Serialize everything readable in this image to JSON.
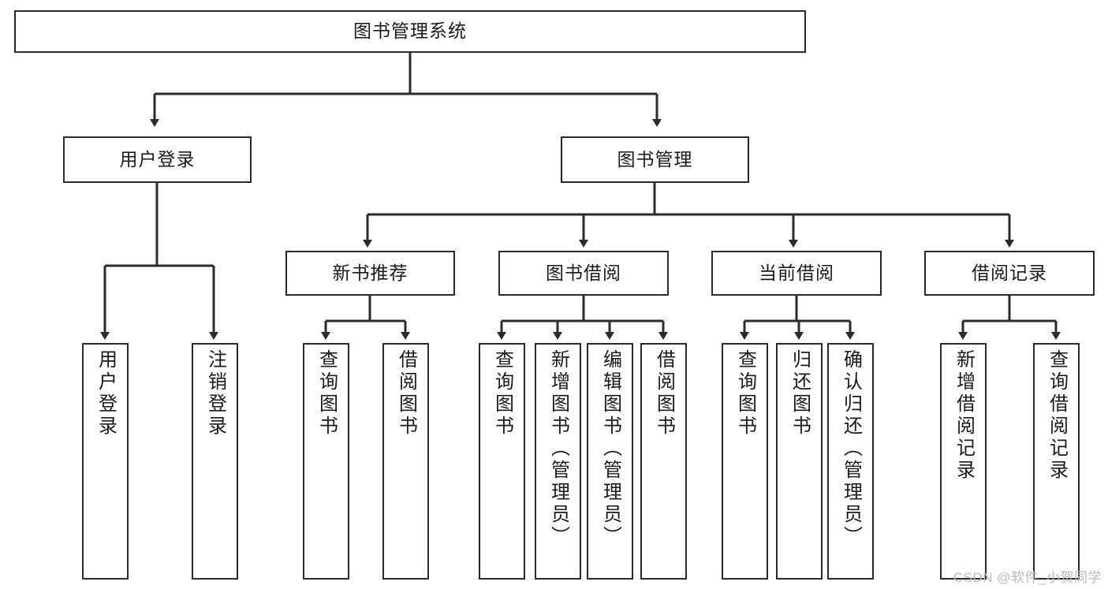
{
  "diagram": {
    "title_node": {
      "label": "图书管理系统"
    },
    "level2": [
      {
        "id": "user-login",
        "label": "用户登录"
      },
      {
        "id": "book-manage",
        "label": "图书管理"
      }
    ],
    "level3": [
      {
        "id": "new-book-recommend",
        "label": "新书推荐"
      },
      {
        "id": "book-borrow",
        "label": "图书借阅"
      },
      {
        "id": "current-borrow",
        "label": "当前借阅"
      },
      {
        "id": "borrow-record",
        "label": "借阅记录"
      }
    ],
    "leaves": [
      {
        "id": "leaf-user-login",
        "label": "用户登录"
      },
      {
        "id": "leaf-logout",
        "label": "注销登录"
      },
      {
        "id": "leaf-query-book-1",
        "label": "查询图书"
      },
      {
        "id": "leaf-borrow-book-1",
        "label": "借阅图书"
      },
      {
        "id": "leaf-query-book-2",
        "label": "查询图书"
      },
      {
        "id": "leaf-add-book",
        "label": "新增图书（管理员）"
      },
      {
        "id": "leaf-edit-book",
        "label": "编辑图书（管理员）"
      },
      {
        "id": "leaf-borrow-book-2",
        "label": "借阅图书"
      },
      {
        "id": "leaf-query-book-3",
        "label": "查询图书"
      },
      {
        "id": "leaf-return-book",
        "label": "归还图书"
      },
      {
        "id": "leaf-confirm-return",
        "label": "确认归还（管理员）"
      },
      {
        "id": "leaf-add-record",
        "label": "新增借阅记录"
      },
      {
        "id": "leaf-query-record",
        "label": "查询借阅记录"
      }
    ],
    "watermark": "CSDN @软件_小贺同学",
    "colors": {
      "stroke": "#2b2b2b",
      "fill": "#ffffff",
      "text": "#1a1a1a",
      "watermark": "#b9b9b9"
    }
  }
}
